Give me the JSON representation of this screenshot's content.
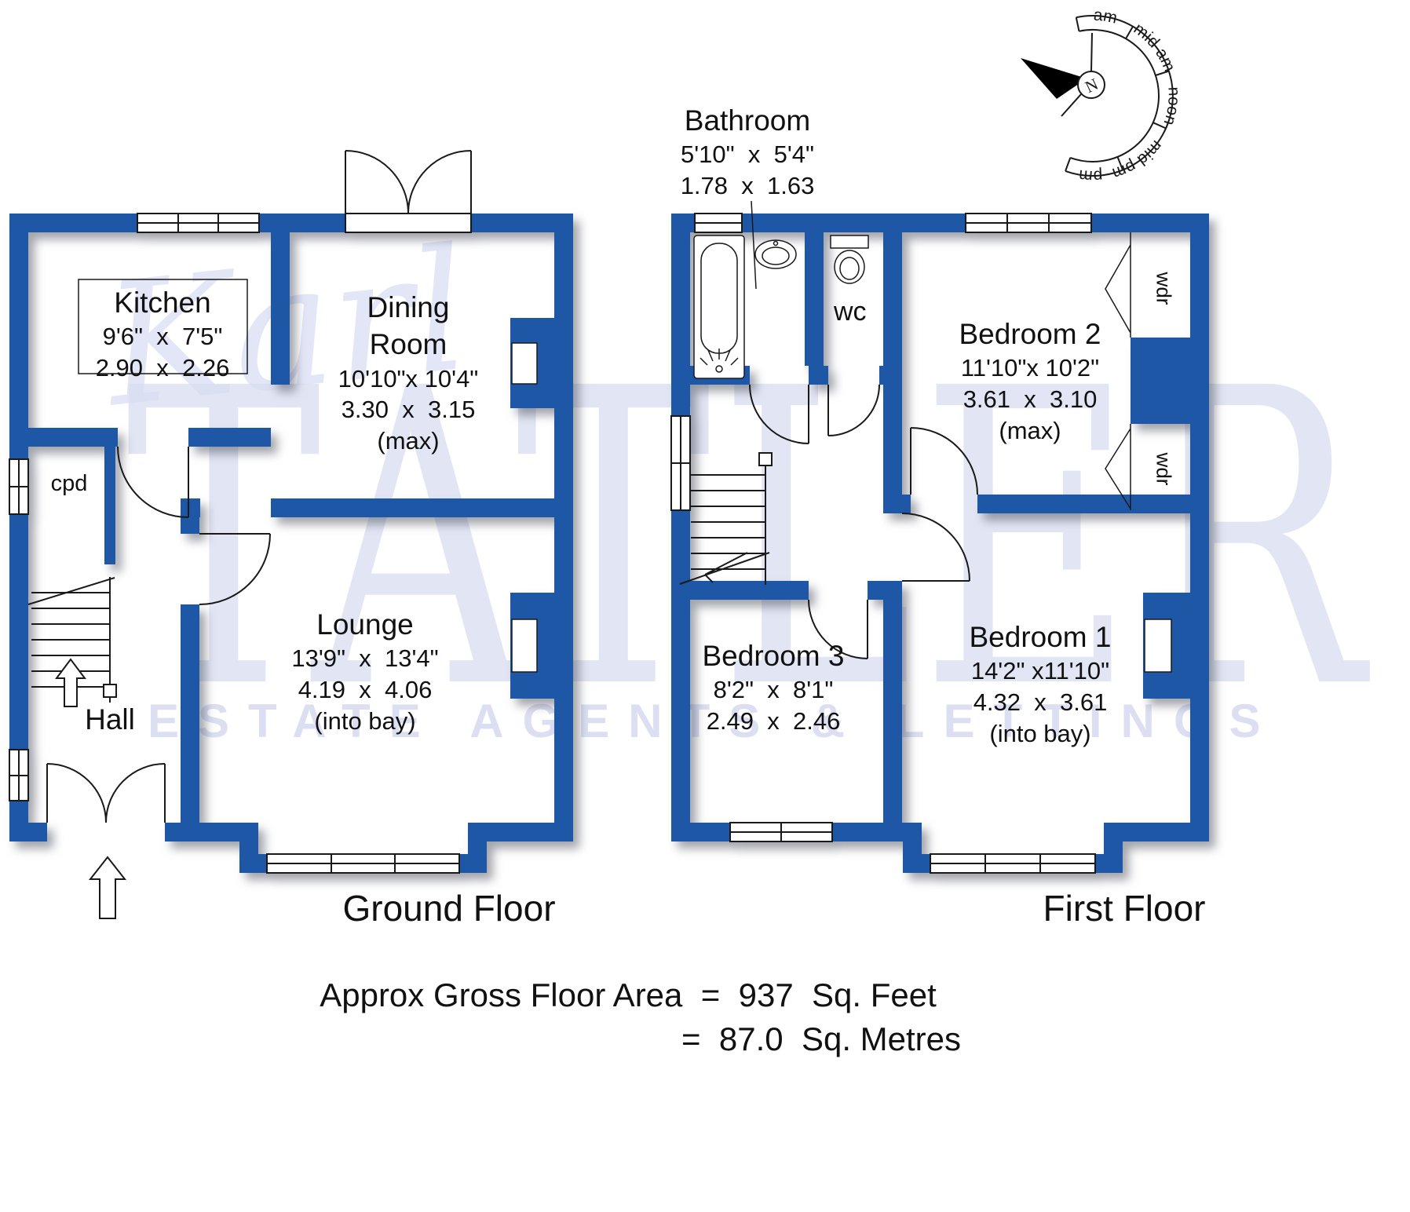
{
  "watermark": {
    "script": "Karl",
    "brand": "TATLER",
    "tagline": "ESTATE AGENTS & LETTINGS"
  },
  "compass": {
    "north": "N",
    "dial_labels": [
      "am",
      "mid am",
      "noon",
      "mid pm",
      "pm"
    ]
  },
  "ground_floor": {
    "title": "Ground Floor",
    "rooms": {
      "kitchen": {
        "name": "Kitchen",
        "imperial": "9'6\"  x  7'5\"",
        "metric": "2.90  x  2.26"
      },
      "dining": {
        "line1": "Dining",
        "line2": "Room",
        "imperial": "10'10\"x 10'4\"",
        "metric": "3.30  x  3.15",
        "note": "(max)"
      },
      "lounge": {
        "name": "Lounge",
        "imperial": "13'9\"  x  13'4\"",
        "metric": "4.19  x  4.06",
        "note": "(into bay)"
      },
      "hall": {
        "name": "Hall"
      },
      "cpd": {
        "name": "cpd"
      }
    }
  },
  "first_floor": {
    "title": "First Floor",
    "rooms": {
      "bathroom": {
        "name": "Bathroom",
        "imperial": "5'10\"  x  5'4\"",
        "metric": "1.78  x  1.63"
      },
      "wc": {
        "name": "wc"
      },
      "bedroom2": {
        "name": "Bedroom 2",
        "imperial": "11'10\"x 10'2\"",
        "metric": "3.61  x  3.10",
        "note": "(max)"
      },
      "bedroom3": {
        "name": "Bedroom 3",
        "imperial": "8'2\"  x  8'1\"",
        "metric": "2.49  x  2.46"
      },
      "bedroom1": {
        "name": "Bedroom 1",
        "imperial": "14'2\" x11'10\"",
        "metric": "4.32  x  3.61",
        "note": "(into bay)"
      },
      "wardrobe_top": "wdr",
      "wardrobe_bottom": "wdr"
    }
  },
  "footer": {
    "line1": "Approx Gross Floor Area  =  937  Sq. Feet",
    "line2": "=  87.0  Sq. Metres"
  },
  "colors": {
    "wall": "#1e57a6",
    "watermark": "#dcdff2"
  }
}
